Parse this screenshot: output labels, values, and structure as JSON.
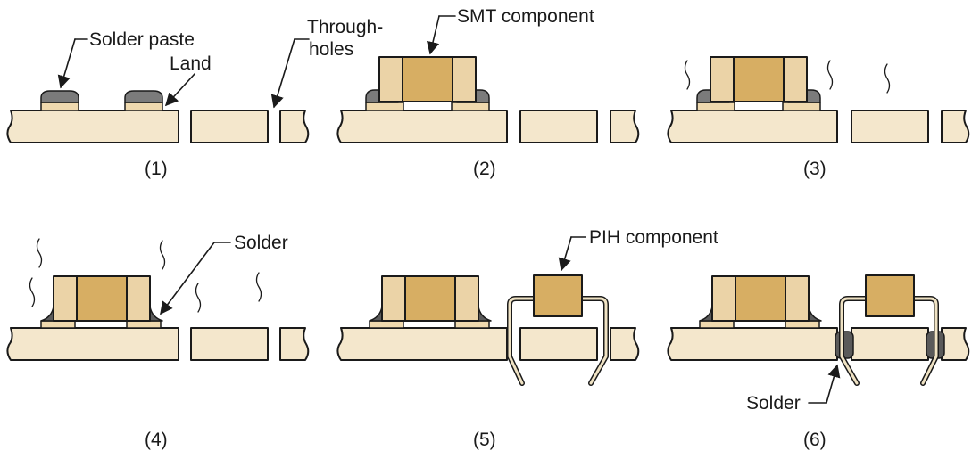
{
  "labels": {
    "solder_paste": "Solder paste",
    "land": "Land",
    "through_holes_line1": "Through-",
    "through_holes_line2": "holes",
    "smt_component": "SMT component",
    "solder_step4": "Solder",
    "pih_component": "PIH component",
    "solder_step6": "Solder"
  },
  "steps": [
    "(1)",
    "(2)",
    "(3)",
    "(4)",
    "(5)",
    "(6)"
  ],
  "colors": {
    "board": "#f4e7cc",
    "body": "#d7ae63",
    "end_cap": "#ebd3a7",
    "paste": "#7b7b7b",
    "solder": "#5a5a5a",
    "land": "#efd9ae",
    "lead_fill": "#efe2c3",
    "stroke": "#1a1a1a"
  }
}
